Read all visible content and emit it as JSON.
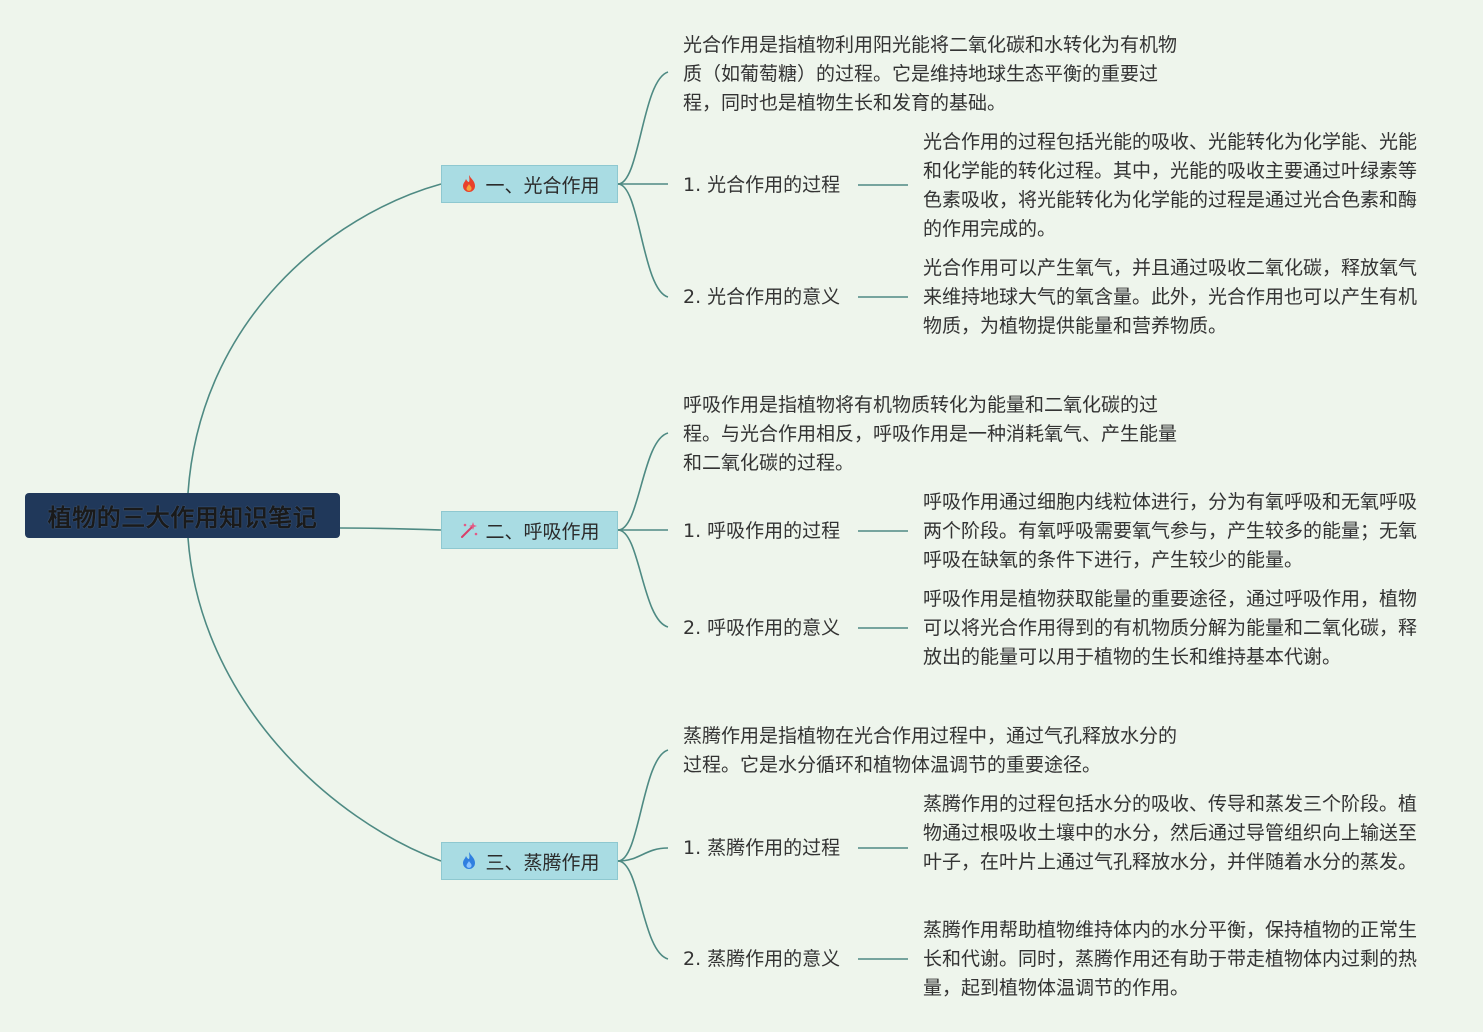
{
  "root": {
    "title": "植物的三大作用知识笔记"
  },
  "branches": [
    {
      "label": "一、光合作用",
      "icon": "fire-icon",
      "desc": "光合作用是指植物利用阳光能将二氧化碳和水转化为有机物质（如葡萄糖）的过程。它是维持地球生态平衡的重要过程，同时也是植物生长和发育的基础。",
      "items": [
        {
          "label": "1. 光合作用的过程",
          "detail": "光合作用的过程包括光能的吸收、光能转化为化学能、光能和化学能的转化过程。其中，光能的吸收主要通过叶绿素等色素吸收，将光能转化为化学能的过程是通过光合色素和酶的作用完成的。"
        },
        {
          "label": "2. 光合作用的意义",
          "detail": "光合作用可以产生氧气，并且通过吸收二氧化碳，释放氧气来维持地球大气的氧含量。此外，光合作用也可以产生有机物质，为植物提供能量和营养物质。"
        }
      ]
    },
    {
      "label": "二、呼吸作用",
      "icon": "sparkle-icon",
      "desc": "呼吸作用是指植物将有机物质转化为能量和二氧化碳的过程。与光合作用相反，呼吸作用是一种消耗氧气、产生能量和二氧化碳的过程。",
      "items": [
        {
          "label": "1. 呼吸作用的过程",
          "detail": "呼吸作用通过细胞内线粒体进行，分为有氧呼吸和无氧呼吸两个阶段。有氧呼吸需要氧气参与，产生较多的能量；无氧呼吸在缺氧的条件下进行，产生较少的能量。"
        },
        {
          "label": "2. 呼吸作用的意义",
          "detail": "呼吸作用是植物获取能量的重要途径，通过呼吸作用，植物可以将光合作用得到的有机物质分解为能量和二氧化碳，释放出的能量可以用于植物的生长和维持基本代谢。"
        }
      ]
    },
    {
      "label": "三、蒸腾作用",
      "icon": "blue-flame-icon",
      "desc": "蒸腾作用是指植物在光合作用过程中，通过气孔释放水分的过程。它是水分循环和植物体温调节的重要途径。",
      "items": [
        {
          "label": "1. 蒸腾作用的过程",
          "detail": "蒸腾作用的过程包括水分的吸收、传导和蒸发三个阶段。植物通过根吸收土壤中的水分，然后通过导管组织向上输送至叶子，在叶片上通过气孔释放水分，并伴随着水分的蒸发。"
        },
        {
          "label": "2. 蒸腾作用的意义",
          "detail": "蒸腾作用帮助植物维持体内的水分平衡，保持植物的正常生长和代谢。同时，蒸腾作用还有助于带走植物体内过剩的热量，起到植物体温调节的作用。"
        }
      ]
    }
  ],
  "colors": {
    "background": "#eef5ec",
    "root": "#20385a",
    "branch": "#a9dce3",
    "line": "#4e8a83"
  }
}
